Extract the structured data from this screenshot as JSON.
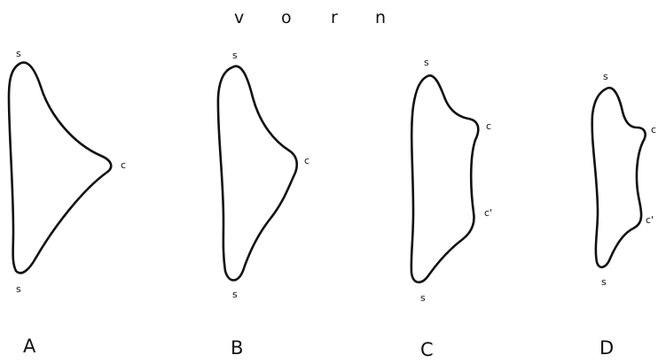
{
  "header": {
    "letters": [
      "v",
      "o",
      "r",
      "n"
    ]
  },
  "figures": [
    {
      "letter": "A",
      "point_labels": {
        "top": "s",
        "middle": "c",
        "bottom": "s"
      }
    },
    {
      "letter": "B",
      "point_labels": {
        "top": "s",
        "middle": "c",
        "bottom": "s"
      }
    },
    {
      "letter": "C",
      "point_labels": {
        "top": "s",
        "upper": "c",
        "lower": "c'",
        "bottom": "s"
      }
    },
    {
      "letter": "D",
      "point_labels": {
        "top": "s",
        "upper": "c",
        "lower": "c'",
        "bottom": "s"
      }
    }
  ],
  "colors": {
    "stroke": "#111111",
    "background": "#ffffff"
  }
}
